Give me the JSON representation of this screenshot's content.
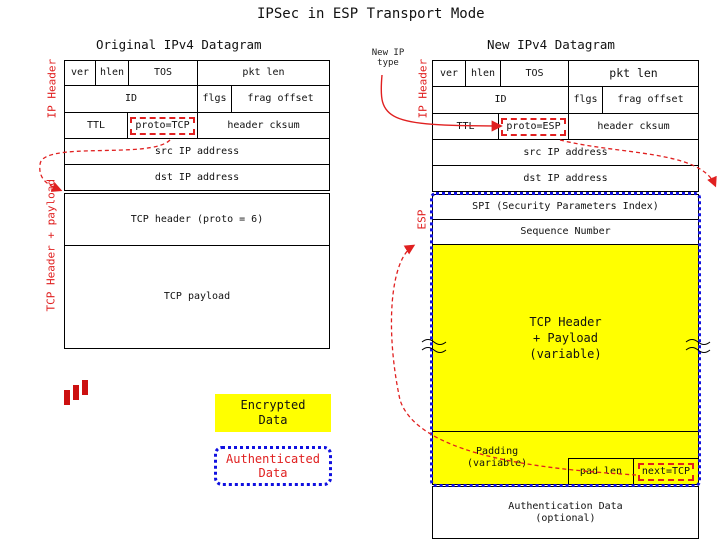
{
  "diagram": {
    "title": "IPSec in ESP Transport Mode",
    "original": {
      "heading": "Original IPv4 Datagram",
      "side_ip_header": "IP Header",
      "side_tcp": "TCP Header + payload",
      "ver": "ver",
      "hlen": "hlen",
      "tos": "TOS",
      "pkt_len": "pkt len",
      "id": "ID",
      "flgs": "flgs",
      "frag_offset": "frag offset",
      "ttl": "TTL",
      "proto": "proto=TCP",
      "header_cksum": "header cksum",
      "src": "src IP address",
      "dst": "dst IP address",
      "tcp_header": "TCP header (proto = 6)",
      "tcp_payload": "TCP payload"
    },
    "new": {
      "heading": "New IPv4 Datagram",
      "side_ip_header": "IP Header",
      "side_esp": "ESP",
      "new_ip_type": "New IP\ntype",
      "ver": "ver",
      "hlen": "hlen",
      "tos": "TOS",
      "pkt_len": "pkt len",
      "id": "ID",
      "flgs": "flgs",
      "frag_offset": "frag offset",
      "ttl": "TTL",
      "proto": "proto=ESP",
      "header_cksum": "header cksum",
      "src": "src IP address",
      "dst": "dst IP address",
      "spi": "SPI (Security Parameters Index)",
      "seq": "Sequence Number",
      "tcp_block": "TCP Header\n+ Payload\n(variable)",
      "padding": "Padding\n(variable)",
      "pad_len": "pad len",
      "next": "next=TCP",
      "auth_data": "Authentication Data\n(optional)"
    },
    "legend": {
      "encrypted": "Encrypted\nData",
      "authenticated": "Authenticated\nData"
    },
    "colors": {
      "red": "#e02020",
      "blue": "#1010e0",
      "yellow": "#ffff00"
    }
  }
}
